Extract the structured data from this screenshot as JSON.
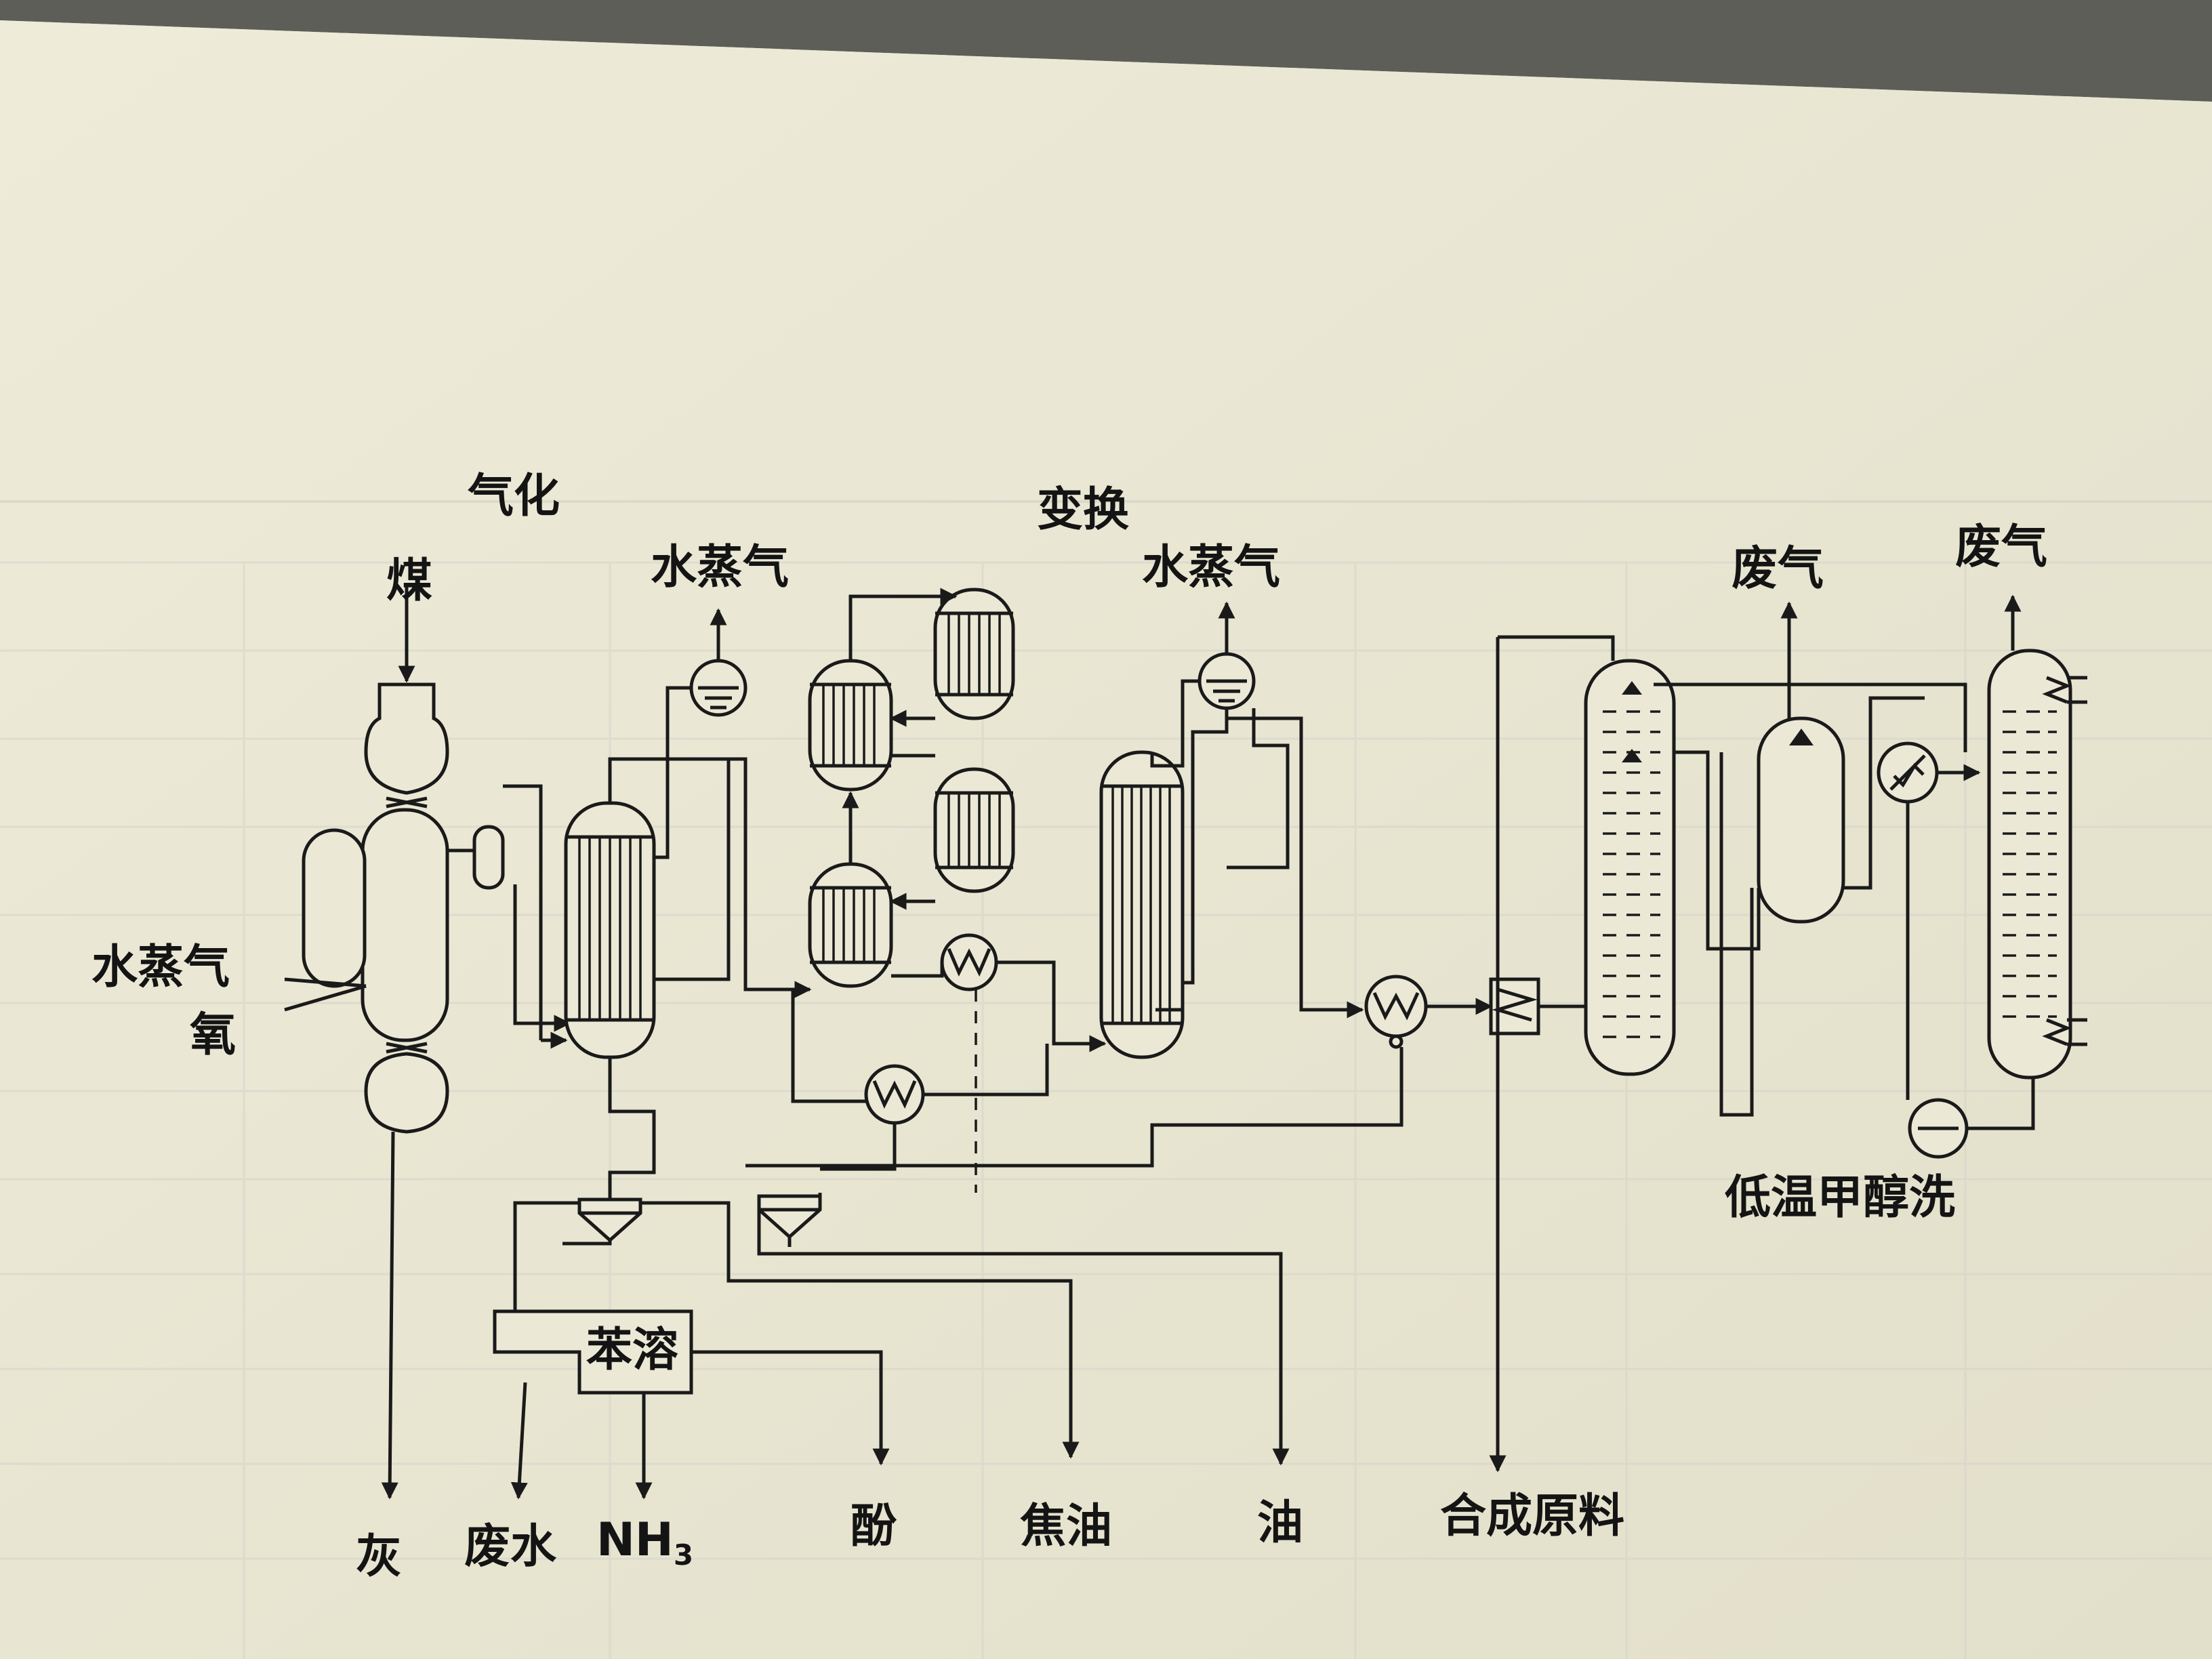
{
  "title_gasification": "气化",
  "title_shift": "变换",
  "inputs": {
    "coal": "煤",
    "steam": "水蒸气",
    "oxygen": "氧"
  },
  "steam_out_1": "水蒸气",
  "steam_out_2": "水蒸气",
  "benzene_unit": "苯溶",
  "offgas_1": "废气",
  "offgas_2": "废气",
  "rectisol": "低温甲醇洗",
  "outputs": {
    "ash": "灰",
    "wastewater": "废水",
    "nh3": "NH",
    "nh3_sub": "3",
    "phenol": "酚",
    "tar": "焦油",
    "oil": "油",
    "syngas": "合成原料"
  },
  "colors": {
    "paper": "#e9e6d3",
    "ink": "#1a1a1a",
    "shadow": "#5e5e58"
  }
}
